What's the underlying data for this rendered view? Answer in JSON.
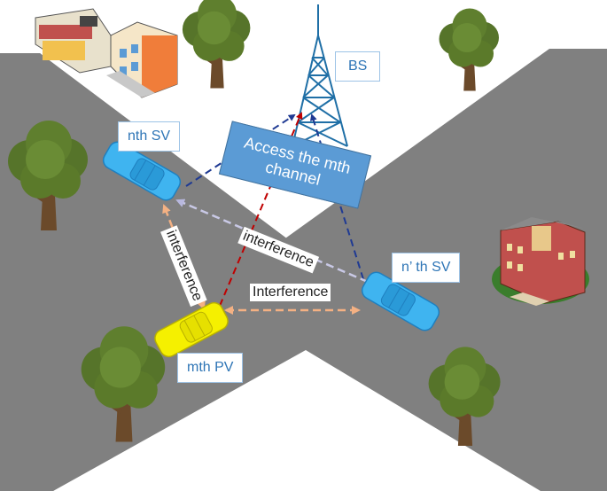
{
  "labels": {
    "bs": "BS",
    "nth_sv": "nth SV",
    "nprime_sv": "n’ th SV",
    "mth_pv": "mth PV"
  },
  "access_box": {
    "line1": "Access the mth",
    "line2": "channel"
  },
  "interference": {
    "sv_sv": "interference",
    "pv_nprime": "Interference",
    "pv_nth": "interference"
  },
  "colors": {
    "road": "#808080",
    "road_edge": "#5f5f5f",
    "label_text": "#2e75b6",
    "label_border": "#9dc3e6",
    "access_box": "#5b9bd5",
    "link_dark_blue": "#1f3a93",
    "link_red": "#c00000",
    "interference_orange": "#f4b183",
    "interference_lavender": "#c9c9e6",
    "secondary_vehicle": "#3fb4f0",
    "primary_vehicle": "#f5f000",
    "tree_canopy": "#5b7a2a",
    "tree_trunk": "#6b4a2a"
  },
  "icons": [
    "tower-icon",
    "tree-icon",
    "building-icon",
    "car-icon"
  ]
}
